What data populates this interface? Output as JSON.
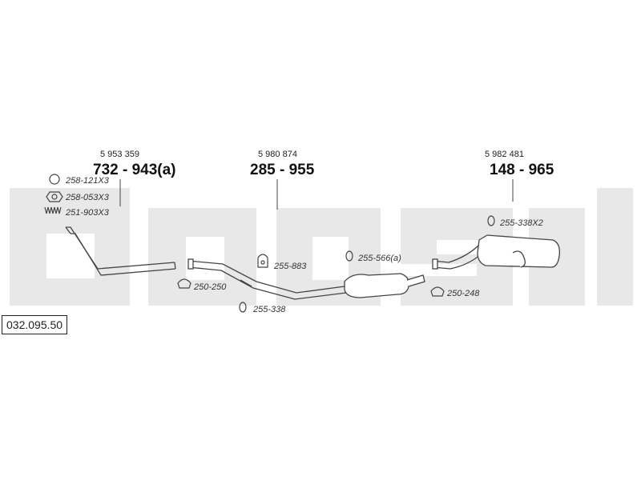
{
  "reference": "032.095.50",
  "watermark": {
    "text": "bosal",
    "color": "#e8e8e8"
  },
  "line_color": "#444444",
  "groups": [
    {
      "oe": "5 953 359",
      "part": "732 - 943(a)"
    },
    {
      "oe": "5 980 874",
      "part": "285 - 955"
    },
    {
      "oe": "5 982 481",
      "part": "148 - 965"
    }
  ],
  "accessories": [
    {
      "label": "258-121X3",
      "icon": "ring-icon"
    },
    {
      "label": "258-053X3",
      "icon": "nut-icon"
    },
    {
      "label": "251-903X3",
      "icon": "spring-icon"
    },
    {
      "label": "250-250",
      "icon": "clamp-icon"
    },
    {
      "label": "255-338",
      "icon": "ring-icon"
    },
    {
      "label": "255-883",
      "icon": "rubber-mount-icon"
    },
    {
      "label": "255-566(a)",
      "icon": "ring-icon"
    },
    {
      "label": "250-248",
      "icon": "clamp-icon"
    },
    {
      "label": "255-338X2",
      "icon": "ring-icon"
    }
  ]
}
